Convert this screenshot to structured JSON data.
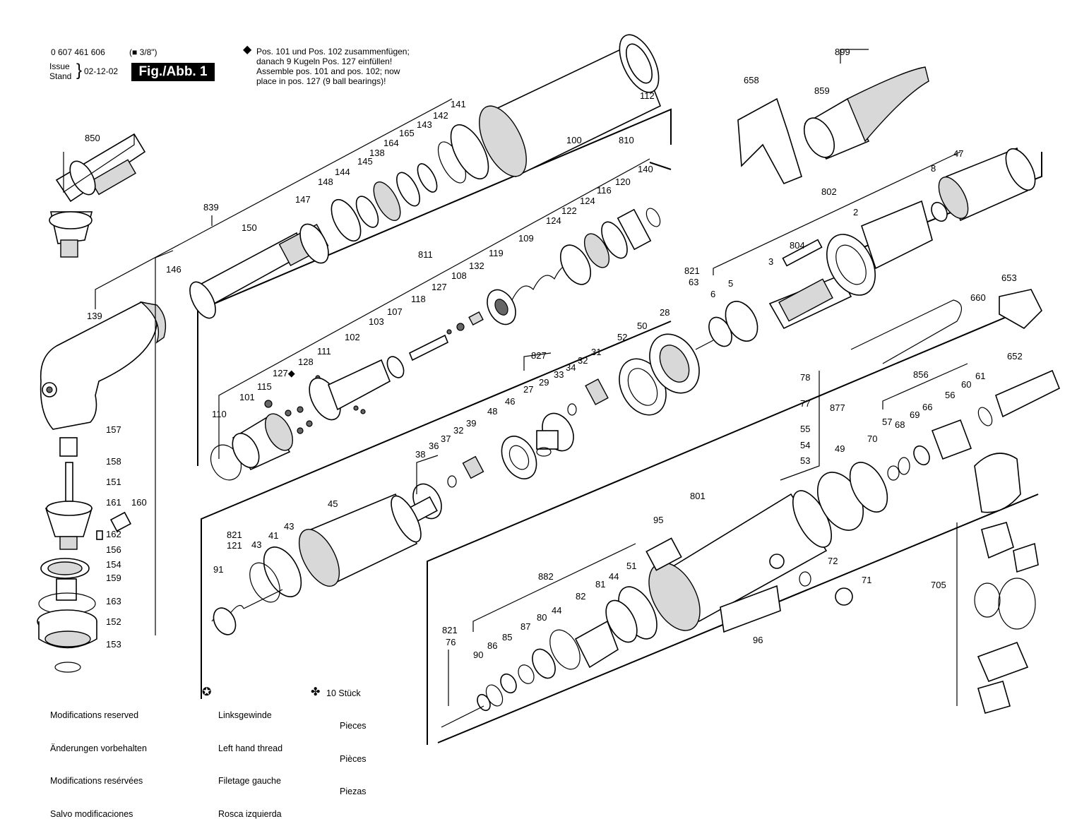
{
  "header": {
    "part_number": "0 607 461 606",
    "drive_symbol": "■",
    "drive_size": "3/8\"",
    "issue_label": "Issue",
    "stand_label": "Stand",
    "issue_date": "02-12-02",
    "figure_label": "Fig./Abb. 1"
  },
  "note": {
    "symbol": "◆",
    "line1": "Pos. 101 und Pos. 102 zusammenfügen;",
    "line2": "danach 9 Kugeln Pos. 127 einfüllen!",
    "line3": "Assemble pos. 101 and pos. 102; now",
    "line4": "place in pos. 127 (9 ball bearings)!"
  },
  "footer": {
    "modifications": [
      "Modifications reserved",
      "Änderungen vorbehalten",
      "Modifications resérvées",
      "Salvo modificaciones"
    ],
    "left_thread_symbol": "✪",
    "left_thread": [
      "Linksgewinde",
      "Left hand thread",
      "Filetage gauche",
      "Rosca izquierda"
    ],
    "pieces_symbol": "✤",
    "pieces_count": "10 Stück",
    "pieces": [
      "Pieces",
      "Pièces",
      "Piezas"
    ]
  },
  "callouts": {
    "c850": "850",
    "c839": "839",
    "c150": "150",
    "c147": "147",
    "c148": "148",
    "c144": "144",
    "c145": "145",
    "c138": "138",
    "c164": "164",
    "c165": "165",
    "c143": "143",
    "c142": "142",
    "c141": "141",
    "c100": "100",
    "c810": "810",
    "c112": "112",
    "c146": "146",
    "c139": "139",
    "c157": "157",
    "c158": "158",
    "c151": "151",
    "c161": "161",
    "c160": "160",
    "c162": "162",
    "c156": "156",
    "c154": "154",
    "c159": "159",
    "c163": "163",
    "c152": "152",
    "c153": "153",
    "c811": "811",
    "c127a": "127",
    "c108": "108",
    "c132": "132",
    "c119": "119",
    "c109": "109",
    "c124a": "124",
    "c122": "122",
    "c124b": "124",
    "c116": "116",
    "c120": "120",
    "c140": "140",
    "c118": "118",
    "c107": "107",
    "c103": "103",
    "c102": "102",
    "c111": "111",
    "c128": "128",
    "c127b": "127◆",
    "c115": "115",
    "c101": "101",
    "c110": "110",
    "c658": "658",
    "c899": "899",
    "c859": "859",
    "c802": "802",
    "c8": "8",
    "c47": "47",
    "c2": "2",
    "c804": "804",
    "c3": "3",
    "c821a": "821",
    "c63": "63",
    "c6": "6",
    "c5": "5",
    "c28": "28",
    "c50": "50",
    "c52": "52",
    "c827": "827",
    "c27": "27",
    "c29": "29",
    "c33": "33",
    "c34": "34",
    "c32a": "32",
    "c31": "31",
    "c48": "48",
    "c46": "46",
    "c38": "38",
    "c36": "36",
    "c37": "37",
    "c32b": "32",
    "c39": "39",
    "c45": "45",
    "c821b": "821",
    "c121": "121",
    "c43a": "43",
    "c41": "41",
    "c43b": "43",
    "c91": "91",
    "c653": "653",
    "c660": "660",
    "c652": "652",
    "c856": "856",
    "c56": "56",
    "c60": "60",
    "c61": "61",
    "c57": "57",
    "c68": "68",
    "c69": "69",
    "c66": "66",
    "c70": "70",
    "c78": "78",
    "c77": "77",
    "c877": "877",
    "c55": "55",
    "c54": "54",
    "c53": "53",
    "c49": "49",
    "c801": "801",
    "c95": "95",
    "c72": "72",
    "c71": "71",
    "c96": "96",
    "c882": "882",
    "c44a": "44",
    "c51": "51",
    "c81": "81",
    "c82": "82",
    "c80": "80",
    "c44b": "44",
    "c87": "87",
    "c85": "85",
    "c86": "86",
    "c90": "90",
    "c821c": "821",
    "c76": "76",
    "c705": "705"
  }
}
